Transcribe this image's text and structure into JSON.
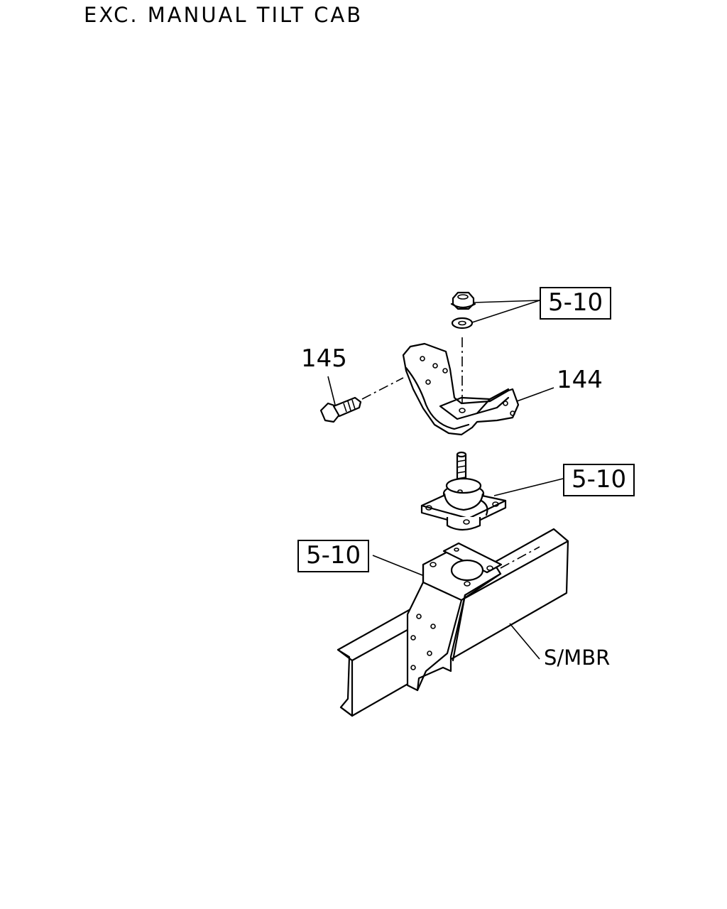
{
  "header": {
    "title": "EXC. MANUAL TILT CAB"
  },
  "callouts": {
    "nut_washer_ref": "5-10",
    "bolt_part": "145",
    "bracket_part": "144",
    "mount_ref": "5-10",
    "frame_bracket_ref": "5-10",
    "side_member": "S/MBR"
  }
}
